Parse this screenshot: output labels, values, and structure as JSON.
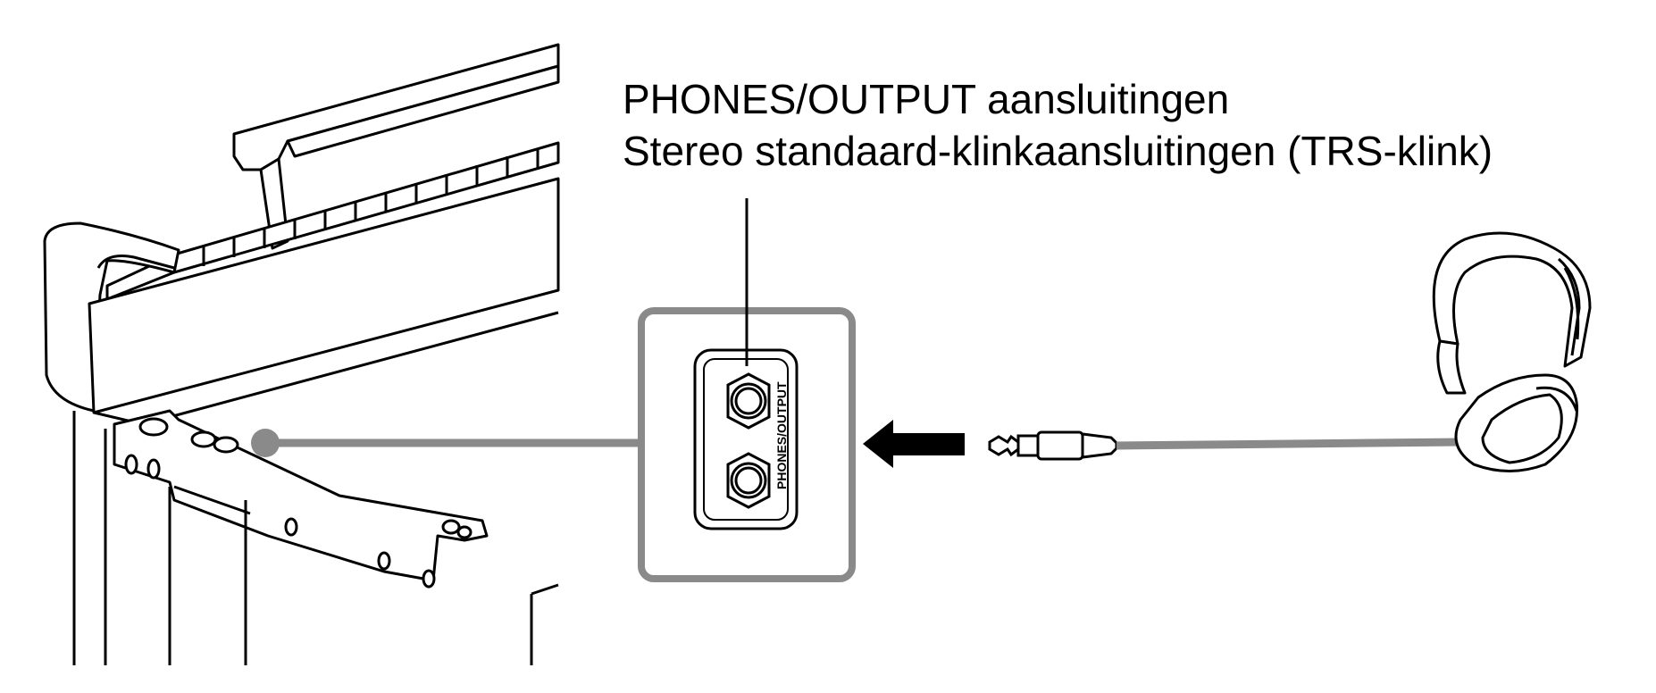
{
  "caption": {
    "line1": "PHONES/OUTPUT aansluitingen",
    "line2": "Stereo standaard-klinkaansluitingen (TRS-klink)"
  },
  "panel_label": "PHONES/OUTPUT",
  "colors": {
    "outline": "#000000",
    "highlight_gray": "#8a8a8a",
    "background": "#ffffff"
  }
}
